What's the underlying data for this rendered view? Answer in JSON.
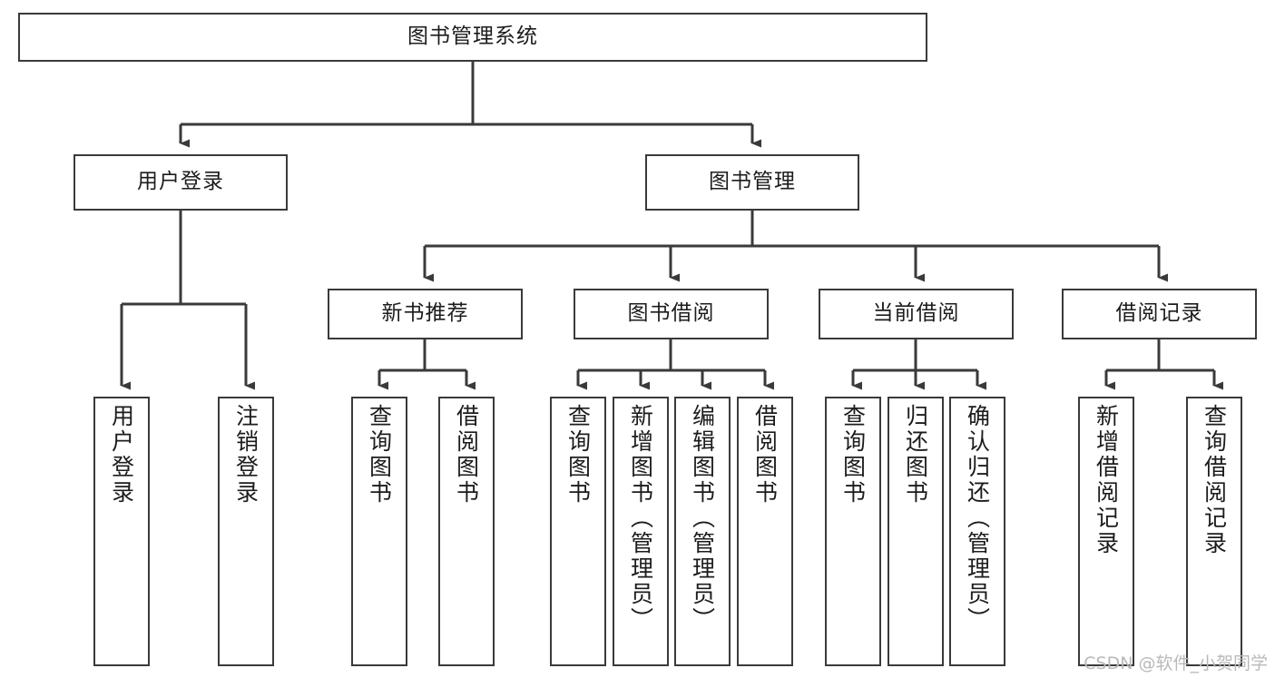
{
  "diagram": {
    "type": "tree",
    "title": "图书管理系统",
    "watermark": "CSDN @软件_小贺同学",
    "colors": {
      "box_border": "#3a3a3a",
      "box_fill": "#ffffff",
      "line": "#3a3a3a",
      "text": "#1c1c1c",
      "watermark": "#b9b9b9",
      "background": "#ffffff"
    },
    "root": {
      "label": "图书管理系统",
      "level": 0
    },
    "level1": [
      {
        "label": "用户登录"
      },
      {
        "label": "图书管理"
      }
    ],
    "level2": [
      {
        "label": "新书推荐",
        "parent": "图书管理"
      },
      {
        "label": "图书借阅",
        "parent": "图书管理"
      },
      {
        "label": "当前借阅",
        "parent": "图书管理"
      },
      {
        "label": "借阅记录",
        "parent": "图书管理"
      }
    ],
    "leaves": {
      "user_login": [
        {
          "label": "用户登录"
        },
        {
          "label": "注销登录"
        }
      ],
      "new_book_recommend": [
        {
          "label": "查询图书"
        },
        {
          "label": "借阅图书"
        }
      ],
      "book_borrow": [
        {
          "label": "查询图书"
        },
        {
          "label": "新增图书（管理员）"
        },
        {
          "label": "编辑图书（管理员）"
        },
        {
          "label": "借阅图书"
        }
      ],
      "current_borrow": [
        {
          "label": "查询图书"
        },
        {
          "label": "归还图书"
        },
        {
          "label": "确认归还（管理员）"
        }
      ],
      "borrow_record": [
        {
          "label": "新增借阅记录"
        },
        {
          "label": "查询借阅记录"
        }
      ]
    }
  }
}
